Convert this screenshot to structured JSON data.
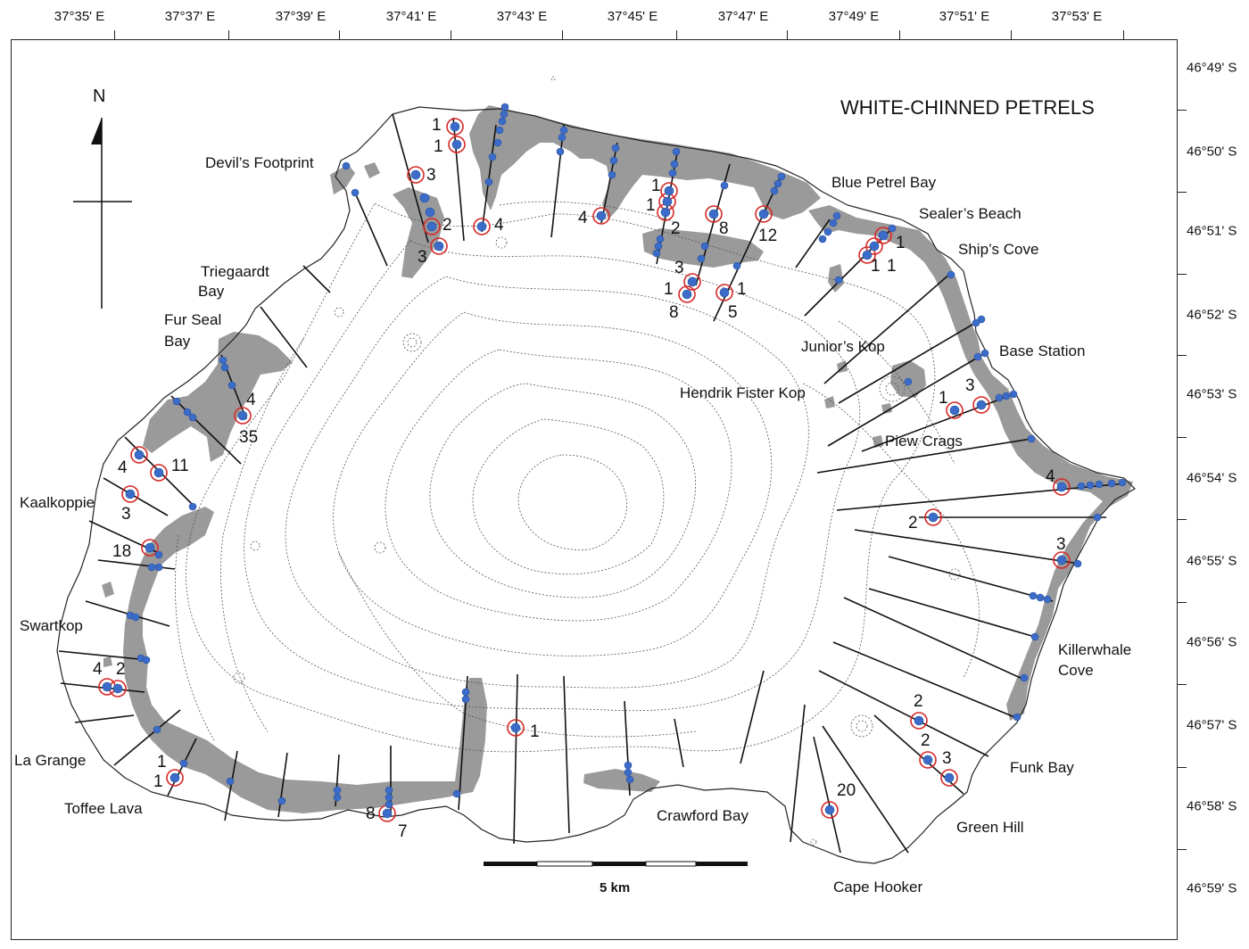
{
  "map": {
    "title": "WHITE-CHINNED PETRELS",
    "north_label": "N",
    "scale_label": "5 km"
  },
  "longitudes": [
    "37°35' E",
    "37°37' E",
    "37°39' E",
    "37°41' E",
    "37°43' E",
    "37°45' E",
    "37°47' E",
    "37°49' E",
    "37°51' E",
    "37°53' E"
  ],
  "latitudes": [
    "46°49' S",
    "46°50' S",
    "46°51' S",
    "46°52' S",
    "46°53' S",
    "46°54' S",
    "46°55' S",
    "46°56' S",
    "46°57' S",
    "46°58' S",
    "46°59' S"
  ],
  "place_names": [
    "Devil’s Footprint",
    "Blue Petrel Bay",
    "Sealer’s Beach",
    "Ship’s Cove",
    "Triegaardt",
    "Bay",
    "Fur Seal",
    "Bay",
    "Junior’s Kop",
    "Base Station",
    "Hendrik Fister Kop",
    "Piew Crags",
    "Kaalkoppie",
    "Swartkop",
    "La Grange",
    "Toffee Lava",
    "Killerwhale",
    "Cove",
    "Funk Bay",
    "Green Hill",
    "Crawford Bay",
    "Cape Hooker"
  ],
  "burrow_counts": [
    "1",
    "1",
    "3",
    "2",
    "3",
    "4",
    "4",
    "1",
    "1",
    "2",
    "8",
    "12",
    "3",
    "1",
    "8",
    "1",
    "5",
    "1",
    "1",
    "1",
    "4",
    "35",
    "4",
    "11",
    "3",
    "18",
    "4",
    "2",
    "1",
    "1",
    "8",
    "7",
    "1",
    "1",
    "3",
    "4",
    "2",
    "3",
    "2",
    "2",
    "3",
    "20"
  ],
  "colors": {
    "burrow_point": "#3b6cc9",
    "count_circle": "#d62828",
    "vegetation": "#9a9a9a",
    "coastline": "#222222",
    "contour": "#555555"
  }
}
